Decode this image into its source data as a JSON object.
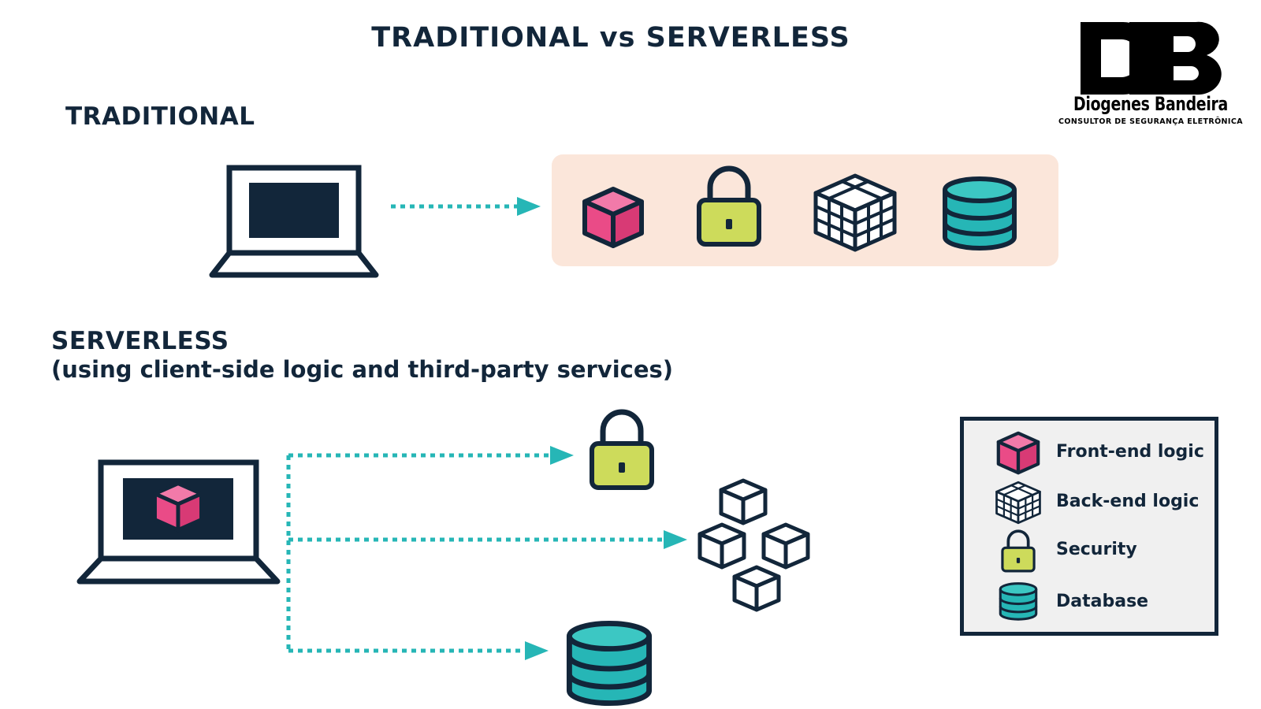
{
  "title": "TRADITIONAL vs SERVERLESS",
  "logo": {
    "mark": "DB",
    "name": "Diogenes Bandeira",
    "tagline": "CONSULTOR DE SEGURANÇA ELETRÔNICA"
  },
  "traditional": {
    "label": "TRADITIONAL",
    "components": [
      "front-end-logic-icon",
      "security-icon",
      "back-end-logic-icon",
      "database-icon"
    ]
  },
  "serverless": {
    "label": "SERVERLESS",
    "sublabel": "(using client-side logic and third-party services)",
    "targets": [
      "security-icon",
      "back-end-logic-icon",
      "database-icon"
    ]
  },
  "legend": {
    "items": [
      {
        "icon": "front-end-logic-icon",
        "label": "Front-end logic"
      },
      {
        "icon": "back-end-logic-icon",
        "label": "Back-end logic"
      },
      {
        "icon": "security-icon",
        "label": "Security"
      },
      {
        "icon": "database-icon",
        "label": "Database"
      }
    ]
  },
  "colors": {
    "navy": "#12263a",
    "teal": "#26b6b6",
    "pink": "#ea4b87",
    "lime": "#cddb5b",
    "panel": "#fbe6da",
    "legend_bg": "#f0f0f0"
  }
}
